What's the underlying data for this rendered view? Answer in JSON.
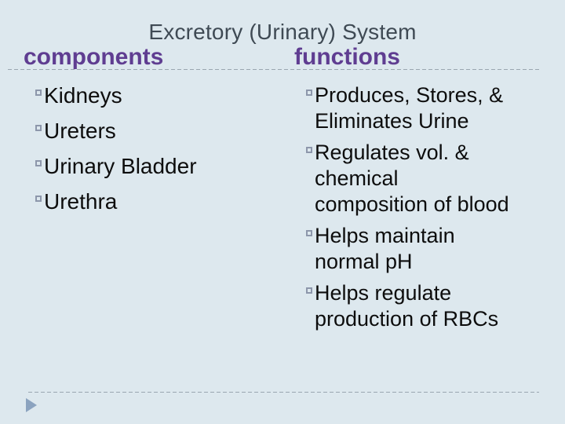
{
  "slide": {
    "title": "Excretory (Urinary) System",
    "columns": [
      {
        "heading": "components",
        "items": [
          "Kidneys",
          "Ureters",
          "Urinary Bladder",
          "Urethra"
        ]
      },
      {
        "heading": "functions",
        "items": [
          "Produces, Stores, &\nEliminates Urine",
          "Regulates vol. &\nchemical\ncomposition of blood",
          "Helps maintain\nnormal pH",
          "Helps regulate\nproduction of RBCs"
        ]
      }
    ],
    "colors": {
      "background": "#dde8ee",
      "title_text": "#3f4a54",
      "heading_text": "#5f3d91",
      "body_text": "#0d0d0d",
      "bullet_border": "#8d97ab",
      "divider": "#9aa6b0",
      "pointer": "#8ba3bf"
    },
    "icons": {
      "bullet": "square-bullet-icon",
      "footer_pointer": "right-triangle-icon"
    }
  }
}
